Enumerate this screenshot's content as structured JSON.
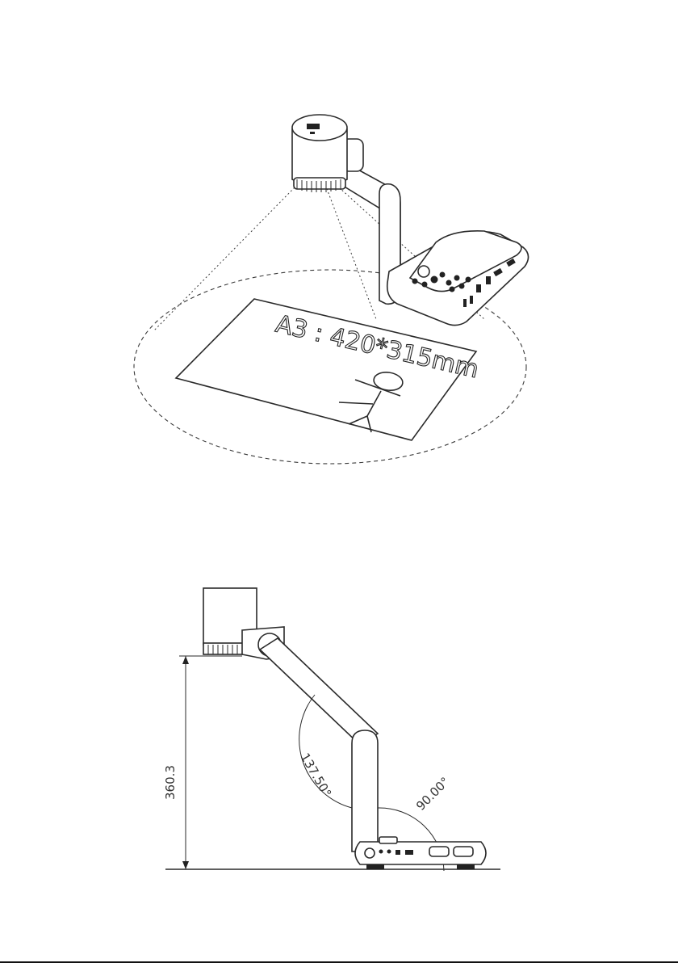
{
  "figure_top": {
    "paper_label": "A3 : 420*315mm"
  },
  "figure_bottom": {
    "height_label": "360.3",
    "arm_angle_label": "137.50°",
    "base_angle_label": "90.00°"
  },
  "colors": {
    "line": "#2a2a2a",
    "background": "#ffffff"
  }
}
